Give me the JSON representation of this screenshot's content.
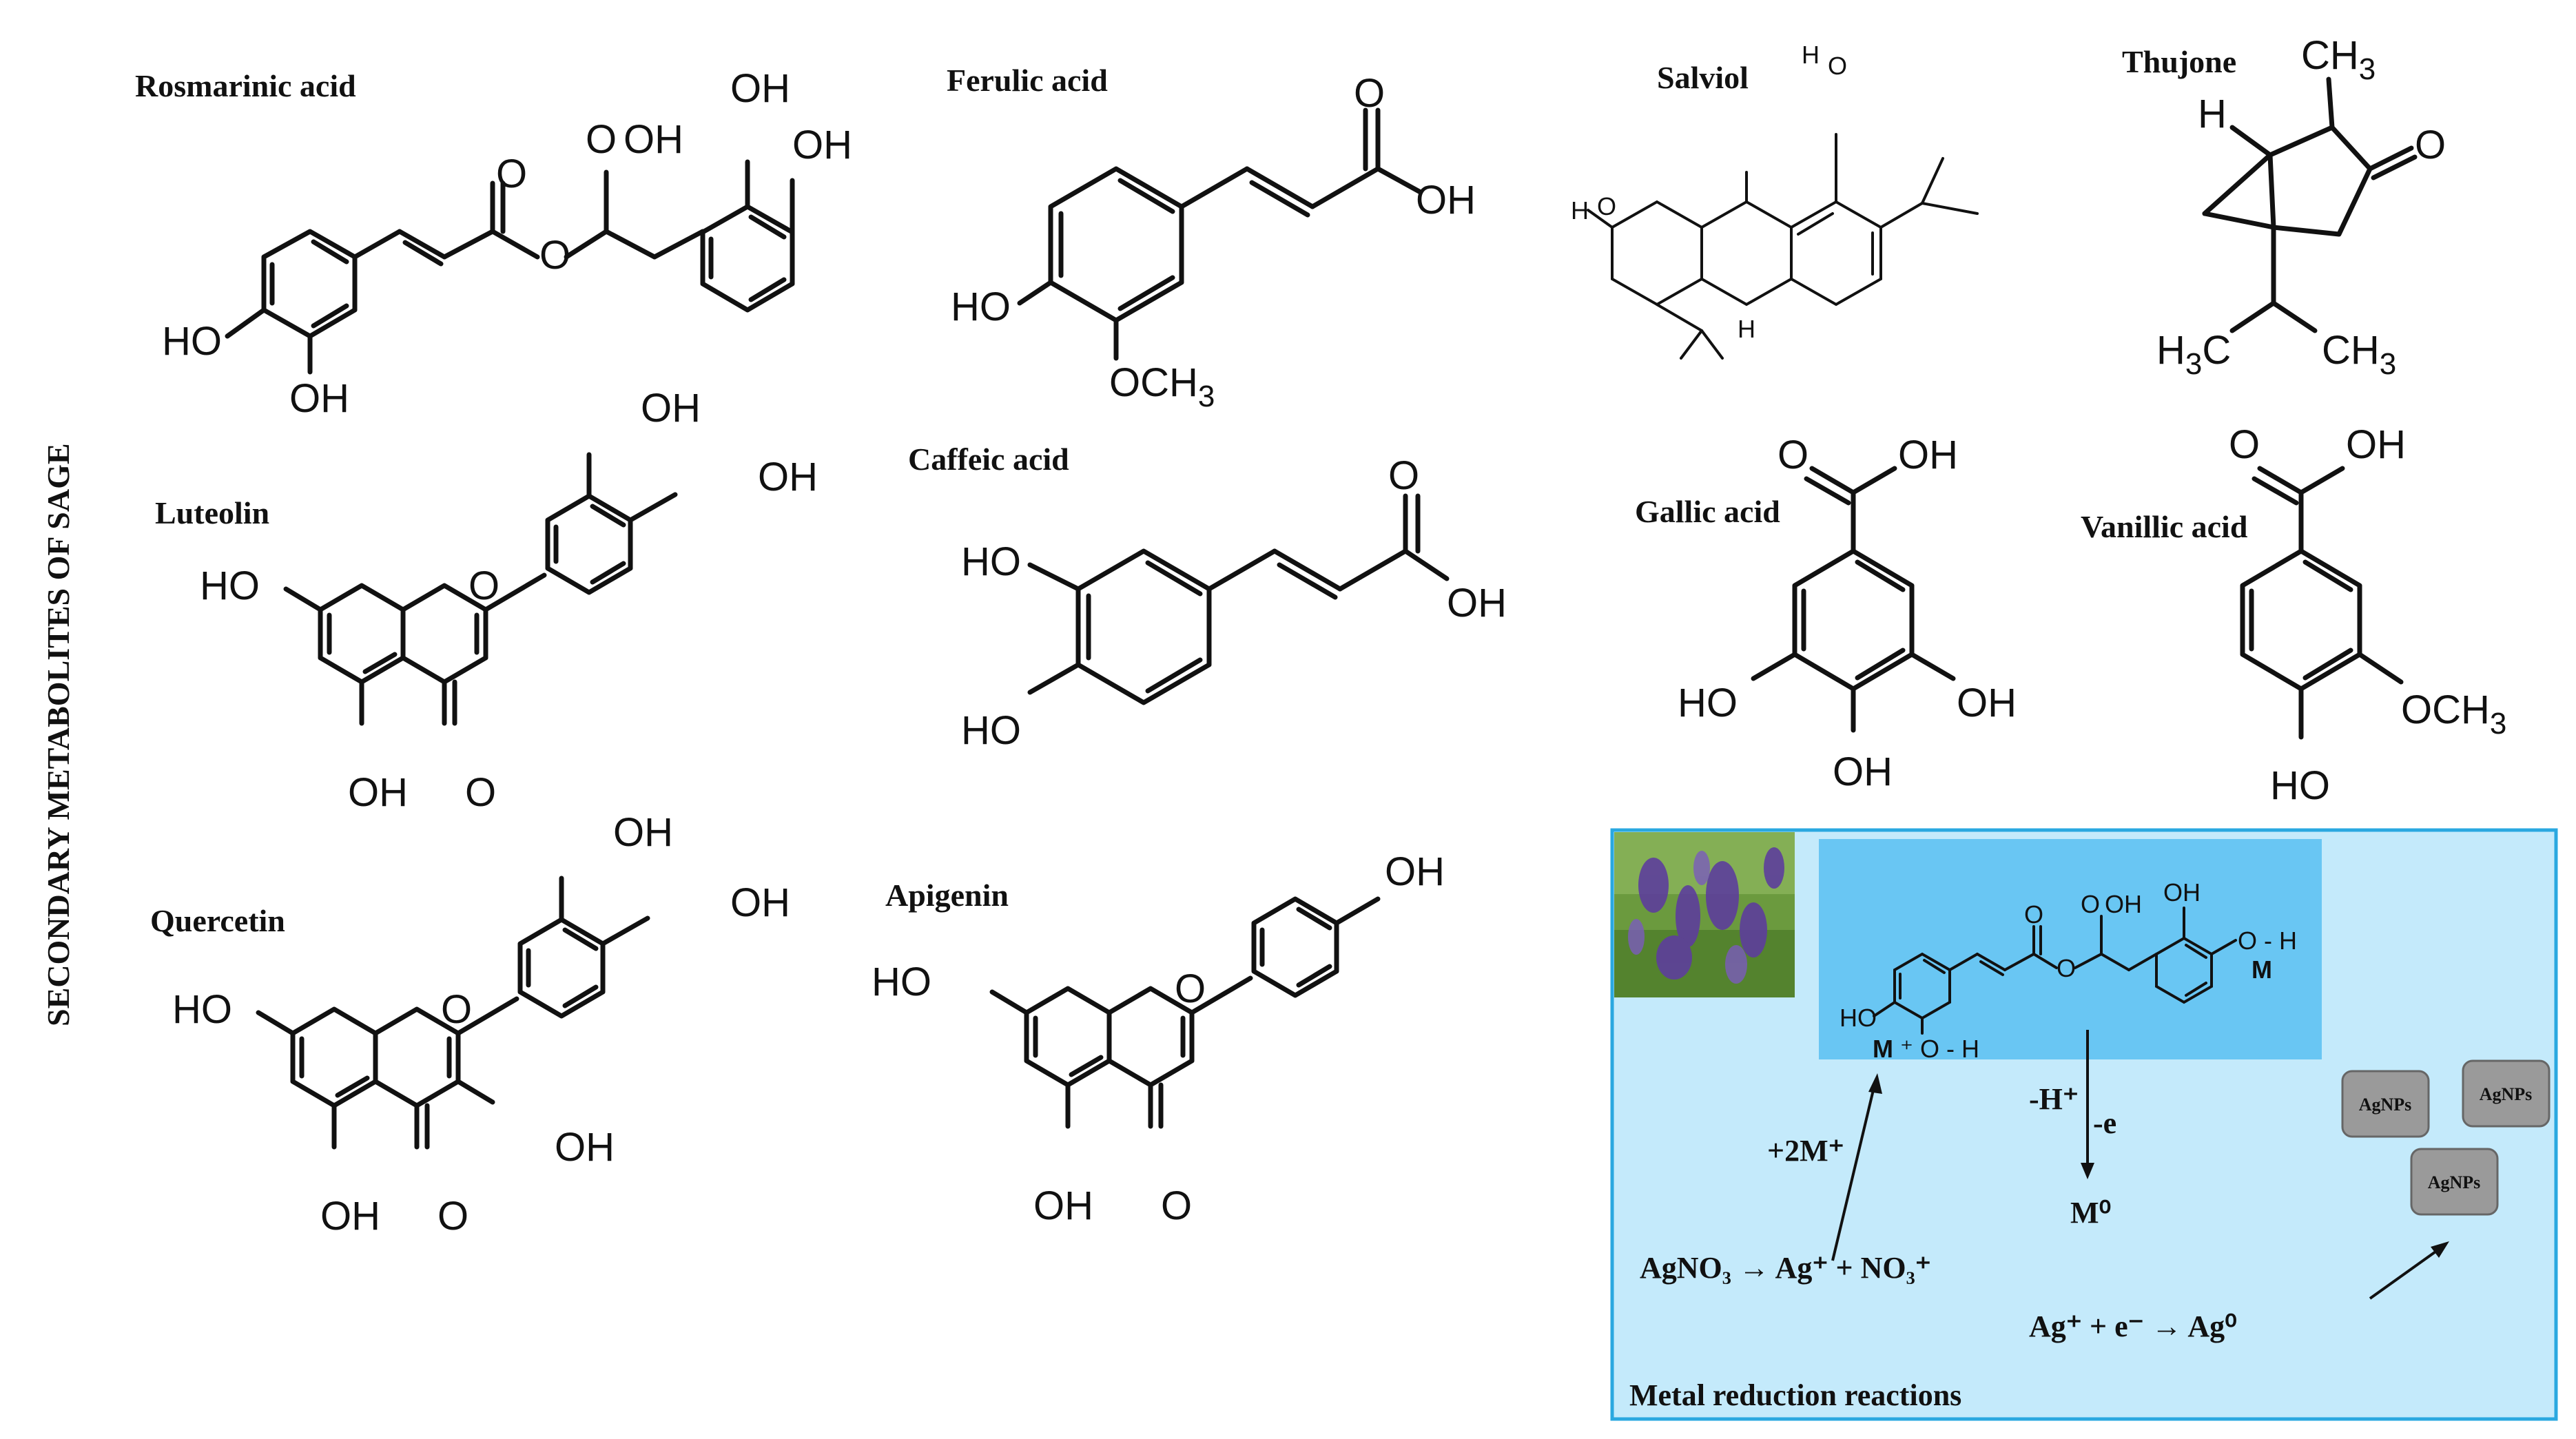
{
  "side_title": "SECONDARY METABOLITES OF SAGE",
  "compounds": {
    "rosmarinic": "Rosmarinic  acid",
    "ferulic": "Ferulic acid",
    "salviol": "Salviol",
    "thujone": "Thujone",
    "luteolin": "Luteolin",
    "caffeic": "Caffeic acid",
    "gallic": "Gallic acid",
    "vanillic": "Vanillic acid",
    "quercetin": "Quercetin",
    "apigenin": "Apigenin"
  },
  "atoms": {
    "OH": "OH",
    "HO": "HO",
    "O": "O",
    "OCH3": "OCH3",
    "CH3": "CH3",
    "H3C": "H3C",
    "H": "H",
    "M": "M"
  },
  "reaction_box": {
    "title": "Metal reduction reactions",
    "plus_2m": "+2M⁺",
    "minus_h": "-H⁺",
    "minus_e": "-e",
    "m0": "M⁰",
    "agno3_eq": "AgNO₃  →  Ag⁺ + NO₃⁺",
    "ag_eq": "Ag⁺  +   e⁻   →    Ag⁰",
    "np_label": "AgNPs"
  },
  "colors": {
    "box_bg": "#c4eafb",
    "box_border": "#2aa8e0",
    "inner_bg": "#69c6f3",
    "np_fill": "#9a9a9a",
    "heteroatom_red": "#d92020",
    "hydrogen_gray": "#5a8a8a"
  }
}
